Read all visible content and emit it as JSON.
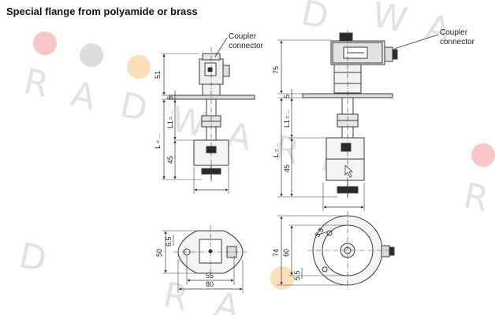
{
  "page": {
    "title": "Special flange from polyamide or brass"
  },
  "left_view": {
    "callout_line1": "Coupler",
    "callout_line2": "connector",
    "dims": {
      "d51": "51",
      "d5": "5",
      "dL1": "L1",
      "dL1_sub": "= ...",
      "dL": "L",
      "dL_sub": "= ...",
      "d45": "45"
    }
  },
  "right_view": {
    "callout_line1": "Coupler",
    "callout_line2": "connector",
    "dims": {
      "d75": "75",
      "d5": "5",
      "dL1": "L1",
      "dL1_sub": "= ...",
      "dL": "L",
      "dL_sub": "= ...",
      "d45": "45"
    }
  },
  "flange_view": {
    "dims": {
      "d6_5": "6.5",
      "d50": "50",
      "d55": "55",
      "d80": "80"
    }
  },
  "round_view": {
    "dims": {
      "d74": "74",
      "d60": "60",
      "d5_5": "5.5",
      "d5_5_top": "5.5"
    }
  },
  "watermark": {
    "letters": [
      "R",
      "A",
      "D",
      "W",
      "A",
      "R",
      "D",
      "W",
      "A",
      "D",
      "R",
      "R",
      "A",
      "D"
    ]
  },
  "colors": {
    "outline": "#3a3a3a",
    "fill_light": "#dcdcdc",
    "fill_dark": "#2a2a2a",
    "watermark": "#c8c8c8",
    "dot_red": "#f2a0a0",
    "dot_gray": "#cfcfcf",
    "dot_orange": "#f6c98a"
  }
}
